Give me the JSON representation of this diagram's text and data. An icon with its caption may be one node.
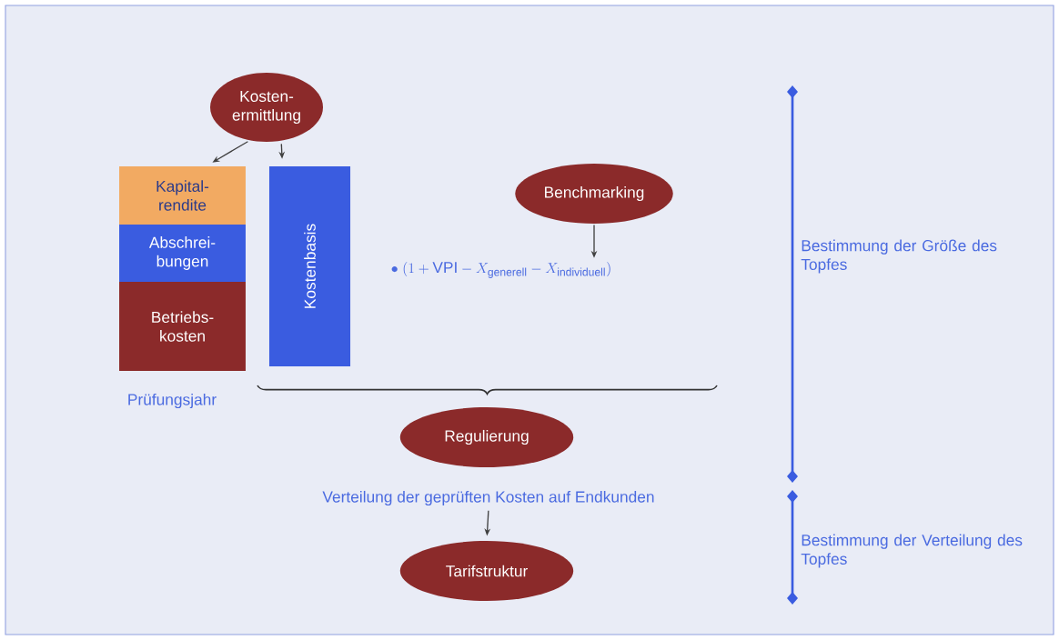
{
  "diagram": {
    "nodes": [
      {
        "text": [
          "Kosten- ermittlung"
        ]
      },
      {
        "text": [
          "Kapital- rendite"
        ]
      },
      {
        "text": [
          "Abschrei- bungen"
        ]
      },
      {
        "text": [
          "Betriebs- kosten"
        ]
      },
      {
        "text": [
          "Kostenbasis"
        ]
      },
      {
        "text": [
          "Benchmarking"
        ]
      },
      {
        "text": [
          "\\bullet\\;(1 + \\mathrm{VPI} - X_{\\mathrm{generell}} - X_{\\mathrm{individuell}})"
        ]
      },
      {
        "text": [
          "Regulierung"
        ]
      },
      {
        "text": [
          "Verteilung der geprüften Kosten auf Endkunden"
        ]
      },
      {
        "text": [
          "Tarifstruktur"
        ]
      }
    ],
    "edges": [
      {
        "from": 0,
        "to": 1,
        "arrow": "to"
      },
      {
        "from": 0,
        "to": 4,
        "arrow": "to"
      },
      {
        "from": 5,
        "to": 6,
        "arrow": "to"
      },
      {
        "from": 8,
        "to": 9,
        "arrow": "to"
      }
    ],
    "labels": [
      "Prüfungsjahr",
      "Bestimmung der Größe des Topfes",
      "Bestimmung der Verteilung des Topfes"
    ]
  }
}
